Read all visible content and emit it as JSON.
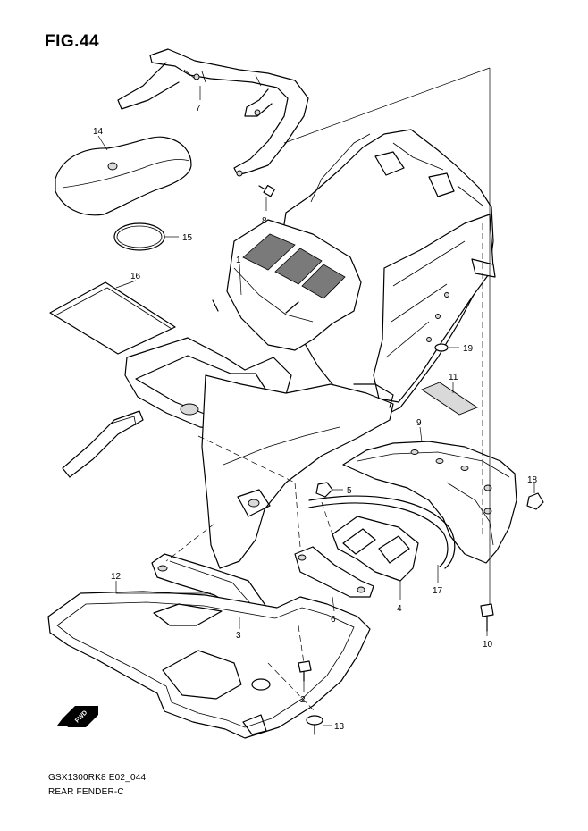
{
  "figure": {
    "title": "FIG.44",
    "code": "GSX1300RK8 E02_044",
    "name": "REAR FENDER-C"
  },
  "fwd_marker": {
    "label": "FWD",
    "icon": "fwd-arrow-icon"
  },
  "part_labels": [
    {
      "id": "1",
      "text": "1"
    },
    {
      "id": "2",
      "text": "2"
    },
    {
      "id": "3",
      "text": "3"
    },
    {
      "id": "4",
      "text": "4"
    },
    {
      "id": "5",
      "text": "5"
    },
    {
      "id": "6",
      "text": "6"
    },
    {
      "id": "7",
      "text": "7"
    },
    {
      "id": "8",
      "text": "8"
    },
    {
      "id": "9",
      "text": "9"
    },
    {
      "id": "10",
      "text": "10"
    },
    {
      "id": "11",
      "text": "11"
    },
    {
      "id": "12",
      "text": "12"
    },
    {
      "id": "13",
      "text": "13"
    },
    {
      "id": "14",
      "text": "14"
    },
    {
      "id": "15",
      "text": "15"
    },
    {
      "id": "16",
      "text": "16"
    },
    {
      "id": "17",
      "text": "17"
    },
    {
      "id": "18",
      "text": "18"
    },
    {
      "id": "19",
      "text": "19"
    }
  ]
}
